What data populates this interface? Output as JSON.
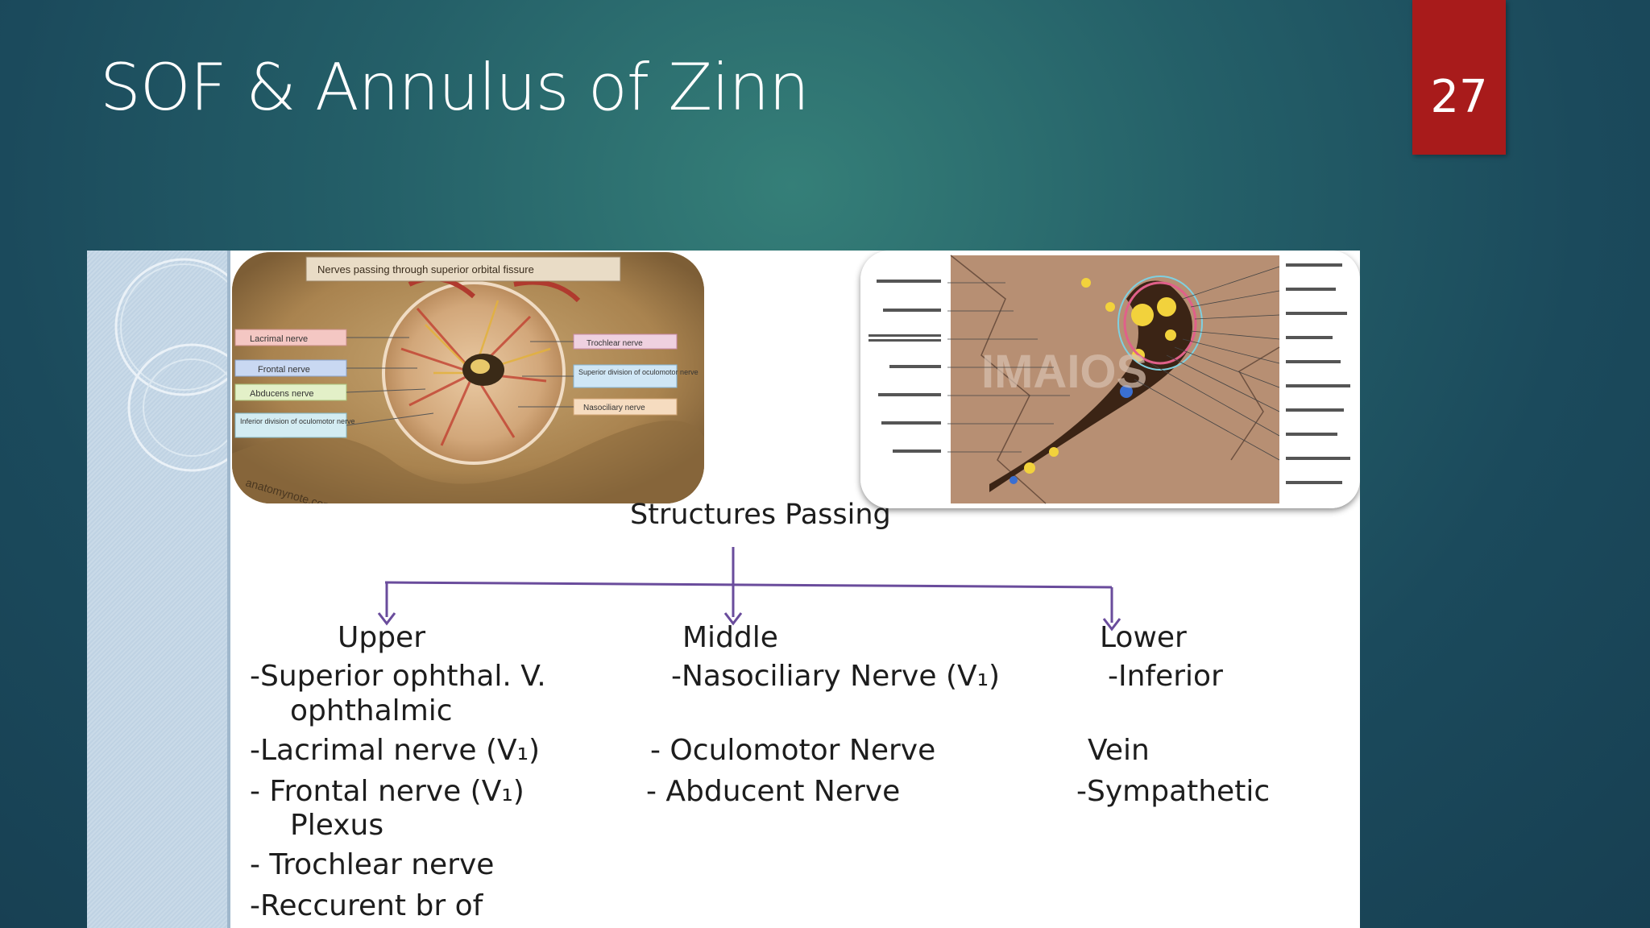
{
  "slide": {
    "title": "SOF & Annulus of Zinn",
    "page_number": "27"
  },
  "left_illustration": {
    "caption": "Nerves passing through superior orbital fissure",
    "labels": [
      "Lacrimal nerve",
      "Frontal nerve",
      "Abducens nerve",
      "Inferior division of oculomotor nerve",
      "Trochlear nerve",
      "Superior division of oculomotor nerve",
      "Nasociliary nerve"
    ],
    "watermark": "anatomynote.com"
  },
  "right_illustration": {
    "watermark": "IMAIOS"
  },
  "diagram": {
    "root": "Structures Passing",
    "upper": {
      "heading": "Upper",
      "lines": [
        "-Superior ophthal. V.",
        "ophthalmic",
        "-Lacrimal nerve (V₁)",
        "- Frontal nerve (V₁)",
        "Plexus",
        "- Trochlear nerve",
        "-Reccurent br of"
      ]
    },
    "middle": {
      "heading": "Middle",
      "lines": [
        "-Nasociliary Nerve (V₁)",
        "- Oculomotor Nerve",
        "- Abducent Nerve"
      ]
    },
    "lower": {
      "heading": "Lower",
      "lines": [
        "-Inferior",
        "Vein",
        "-Sympathetic"
      ]
    }
  },
  "colors": {
    "title_text": "#ffffff",
    "badge": "#a81b1b",
    "arrow": "#6a4c9c"
  }
}
